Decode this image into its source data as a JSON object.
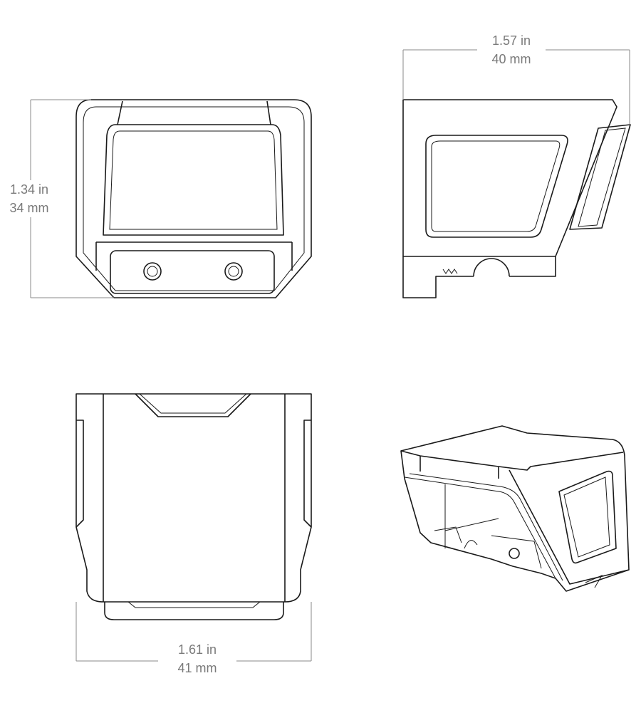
{
  "dimensions": {
    "height": {
      "imperial": "1.34 in",
      "metric": "34 mm"
    },
    "depth": {
      "imperial": "1.57 in",
      "metric": "40 mm"
    },
    "width": {
      "imperial": "1.61 in",
      "metric": "41 mm"
    }
  }
}
